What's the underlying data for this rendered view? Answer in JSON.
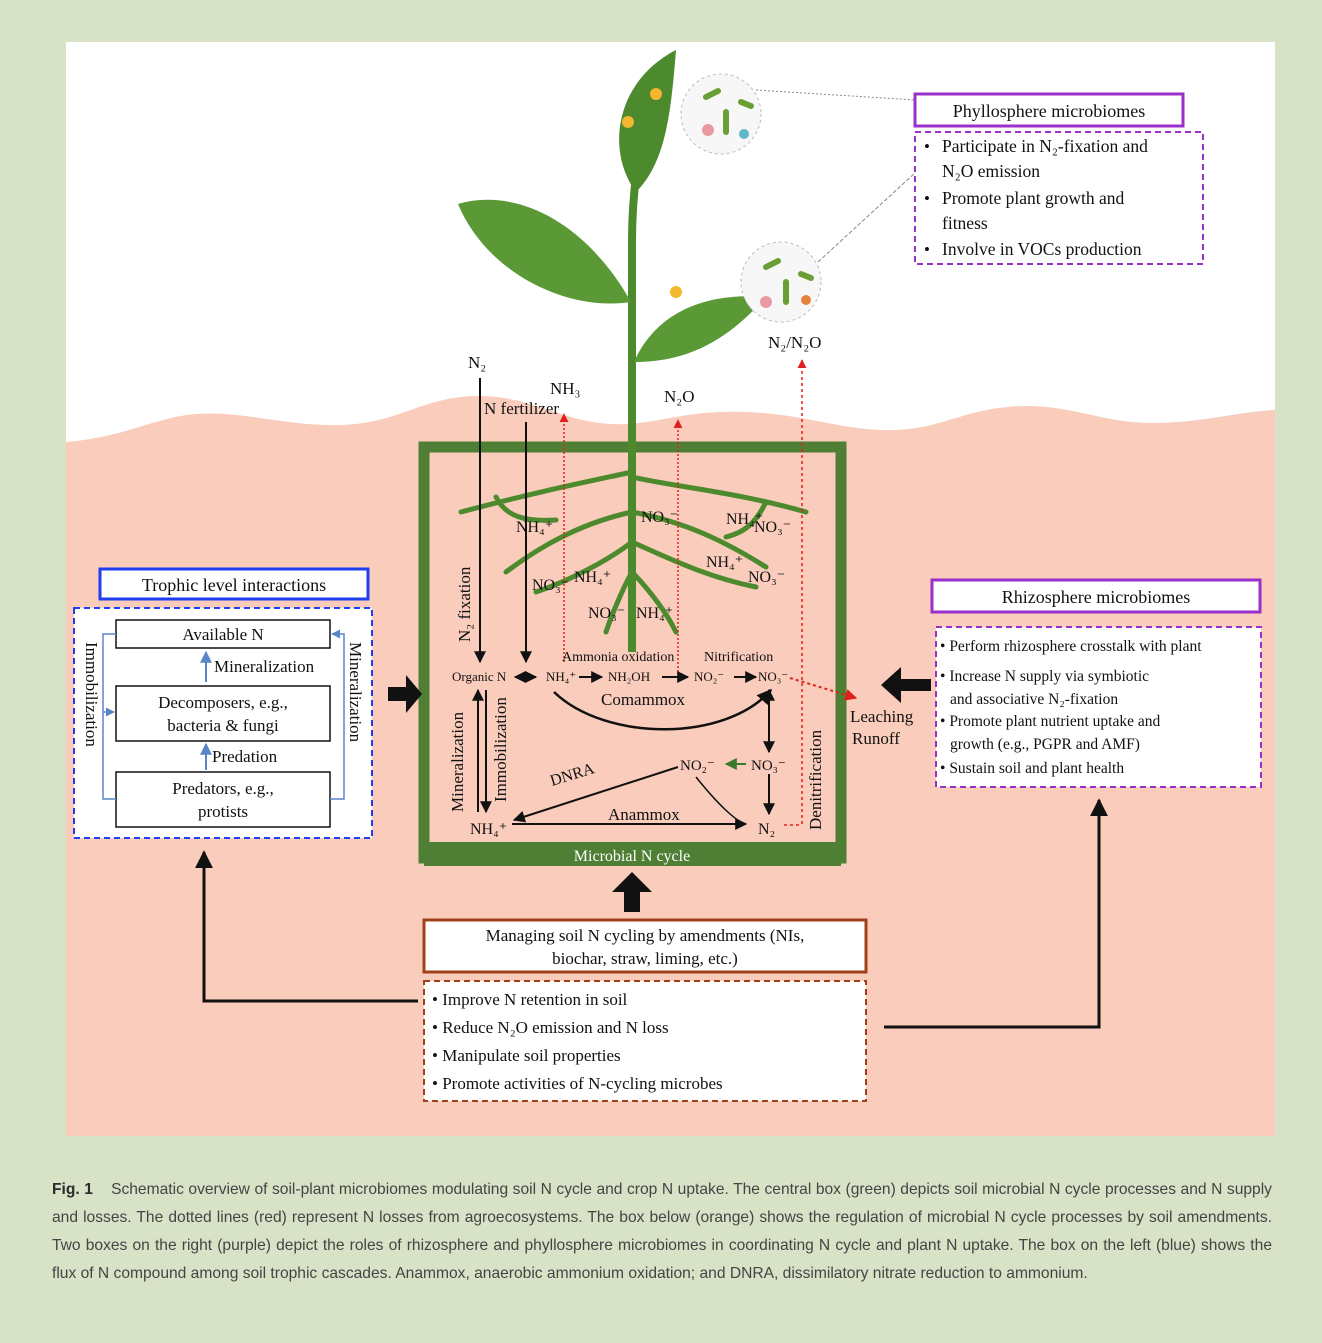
{
  "phyllosphere": {
    "title": "Phyllosphere microbiomes",
    "items": [
      "Participate in N₂-fixation and",
      "N₂O emission",
      "Promote plant growth and",
      "fitness",
      "Involve in VOCs production"
    ]
  },
  "rhizosphere": {
    "title": "Rhizosphere microbiomes",
    "items": [
      "Perform rhizosphere crosstalk with plant",
      "Increase N supply via symbiotic",
      "and associative N₂-fixation",
      "Promote plant nutrient uptake and",
      "growth (e.g., PGPR and AMF)",
      "Sustain soil and plant health"
    ]
  },
  "trophic": {
    "title": "Trophic level interactions",
    "available_n": "Available N",
    "decomposers": [
      "Decomposers, e.g.,",
      "bacteria & fungi"
    ],
    "predators": [
      "Predators, e.g.,",
      "protists"
    ],
    "mineralization_up": "Mineralization",
    "predation": "Predation",
    "left_side": "Immobilization",
    "right_side": "Mineralization"
  },
  "amendments": {
    "title": [
      "Managing soil N cycling by amendments (NIs,",
      "biochar, straw, liming, etc.)"
    ],
    "items": [
      "Improve N retention in soil",
      "Reduce N₂O emission and N loss",
      "Manipulate soil properties",
      "Promote activities of N-cycling microbes"
    ]
  },
  "cycle": {
    "box_label": "Microbial N cycle",
    "n2_in": "N₂",
    "n_fertilizer": "N fertilizer",
    "nh3": "NH₃",
    "n2o_top": "N₂O",
    "n2_n2o": "N₂/N₂O",
    "n2_fixation": "N₂ fixation",
    "organic_n": "Organic N",
    "nh4": "NH₄⁺",
    "nh2oh": "NH₂OH",
    "no2": "NO₂⁻",
    "no3": "NO₃⁻",
    "ammonia_oxidation": "Ammonia oxidation",
    "nitrification": "Nitrification",
    "comammox": "Comammox",
    "mineralization": "Mineralization",
    "immobilization": "Immobilization",
    "dnra": "DNRA",
    "anammox": "Anammox",
    "n2_out": "N₂",
    "denitrification": "Denitrification",
    "leaching": "Leaching",
    "runoff": "Runoff"
  },
  "caption": {
    "label": "Fig. 1",
    "text": "Schematic overview of soil-plant microbiomes modulating soil N cycle and crop N uptake. The central box (green) depicts soil microbial N cycle processes and N supply and losses. The dotted lines (red) represent N losses from agroecosystems. The box below (orange) shows the regulation of microbial N cycle processes by soil amendments. Two boxes on the right (purple) depict the roles of rhizosphere and phyllosphere microbiomes in coordinating N cycle and plant N uptake. The box on the left (blue) shows the flux of N compound among soil trophic cascades. Anammox, anaerobic ammonium oxidation; and DNRA, dissimilatory nitrate reduction to ammonium."
  },
  "colors": {
    "soil": "#f9ccbc",
    "green_box": "#4f7f34",
    "leaf": "#4d8a2e",
    "phyllo_border": "#9b2fc9",
    "trophic_border": "#1f3df0",
    "amend_border": "#a0401b",
    "loss_red": "#e0201d"
  }
}
